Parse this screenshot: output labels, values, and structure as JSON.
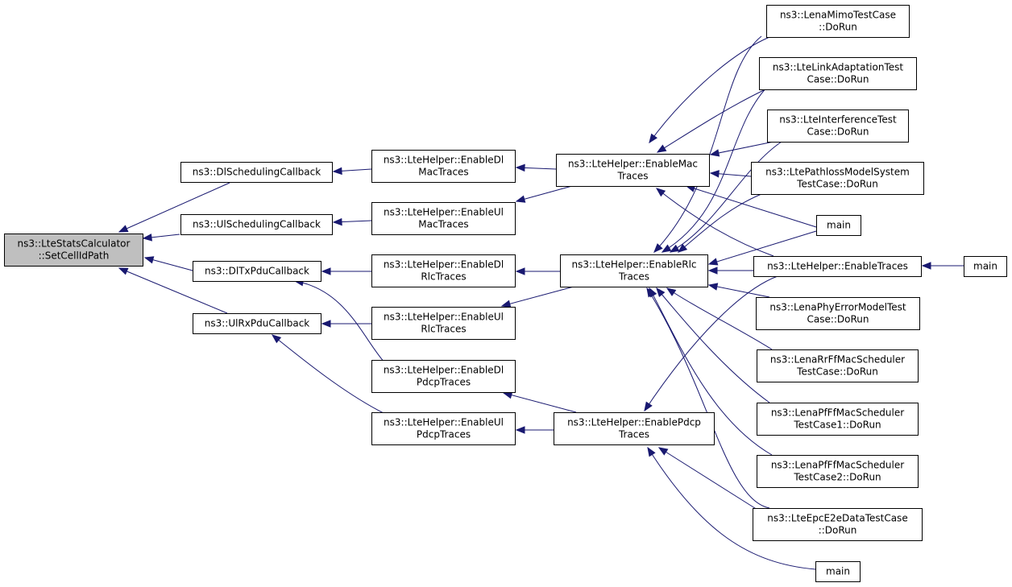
{
  "graph_title": "",
  "nodes": [
    {
      "id": "root",
      "lines": [
        "ns3::LteStatsCalculator",
        "::SetCellIdPath"
      ],
      "highlight": true
    },
    {
      "id": "dlsched",
      "lines": [
        "ns3::DlSchedulingCallback"
      ]
    },
    {
      "id": "ulsched",
      "lines": [
        "ns3::UlSchedulingCallback"
      ]
    },
    {
      "id": "dltx",
      "lines": [
        "ns3::DlTxPduCallback"
      ]
    },
    {
      "id": "ulrx",
      "lines": [
        "ns3::UlRxPduCallback"
      ]
    },
    {
      "id": "endlmac",
      "lines": [
        "ns3::LteHelper::EnableDl",
        "MacTraces"
      ]
    },
    {
      "id": "enulmac",
      "lines": [
        "ns3::LteHelper::EnableUl",
        "MacTraces"
      ]
    },
    {
      "id": "endlrlc",
      "lines": [
        "ns3::LteHelper::EnableDl",
        "RlcTraces"
      ]
    },
    {
      "id": "enulrlc",
      "lines": [
        "ns3::LteHelper::EnableUl",
        "RlcTraces"
      ]
    },
    {
      "id": "endlpdcp",
      "lines": [
        "ns3::LteHelper::EnableDl",
        "PdcpTraces"
      ]
    },
    {
      "id": "enulpdcp",
      "lines": [
        "ns3::LteHelper::EnableUl",
        "PdcpTraces"
      ]
    },
    {
      "id": "enmac",
      "lines": [
        "ns3::LteHelper::EnableMac",
        "Traces"
      ]
    },
    {
      "id": "enrlc",
      "lines": [
        "ns3::LteHelper::EnableRlc",
        "Traces"
      ]
    },
    {
      "id": "enpdcp",
      "lines": [
        "ns3::LteHelper::EnablePdcp",
        "Traces"
      ]
    },
    {
      "id": "mimo",
      "lines": [
        "ns3::LenaMimoTestCase",
        "::DoRun"
      ]
    },
    {
      "id": "linkad",
      "lines": [
        "ns3::LteLinkAdaptationTest",
        "Case::DoRun"
      ]
    },
    {
      "id": "interf",
      "lines": [
        "ns3::LteInterferenceTest",
        "Case::DoRun"
      ]
    },
    {
      "id": "pathloss",
      "lines": [
        "ns3::LtePathlossModelSystem",
        "TestCase::DoRun"
      ]
    },
    {
      "id": "main1",
      "lines": [
        "main"
      ]
    },
    {
      "id": "entraces",
      "lines": [
        "ns3::LteHelper::EnableTraces"
      ]
    },
    {
      "id": "main2",
      "lines": [
        "main"
      ]
    },
    {
      "id": "phyerr",
      "lines": [
        "ns3::LenaPhyErrorModelTest",
        "Case::DoRun"
      ]
    },
    {
      "id": "rrff",
      "lines": [
        "ns3::LenaRrFfMacScheduler",
        "TestCase::DoRun"
      ]
    },
    {
      "id": "pfff1",
      "lines": [
        "ns3::LenaPfFfMacScheduler",
        "TestCase1::DoRun"
      ]
    },
    {
      "id": "pfff2",
      "lines": [
        "ns3::LenaPfFfMacScheduler",
        "TestCase2::DoRun"
      ]
    },
    {
      "id": "epce2e",
      "lines": [
        "ns3::LteEpcE2eDataTestCase",
        "::DoRun"
      ]
    },
    {
      "id": "main3",
      "lines": [
        "main"
      ]
    }
  ],
  "edges": [
    [
      "dlsched",
      "root"
    ],
    [
      "ulsched",
      "root"
    ],
    [
      "dltx",
      "root"
    ],
    [
      "ulrx",
      "root"
    ],
    [
      "endlmac",
      "dlsched"
    ],
    [
      "enulmac",
      "ulsched"
    ],
    [
      "endlrlc",
      "dltx"
    ],
    [
      "endlpdcp",
      "dltx"
    ],
    [
      "enulrlc",
      "ulrx"
    ],
    [
      "enulpdcp",
      "ulrx"
    ],
    [
      "enmac",
      "endlmac"
    ],
    [
      "enmac",
      "enulmac"
    ],
    [
      "enrlc",
      "endlrlc"
    ],
    [
      "enrlc",
      "enulrlc"
    ],
    [
      "enpdcp",
      "endlpdcp"
    ],
    [
      "enpdcp",
      "enulpdcp"
    ],
    [
      "mimo",
      "enmac"
    ],
    [
      "linkad",
      "enmac"
    ],
    [
      "interf",
      "enmac"
    ],
    [
      "pathloss",
      "enmac"
    ],
    [
      "main1",
      "enmac"
    ],
    [
      "entraces",
      "enmac"
    ],
    [
      "mimo",
      "enrlc"
    ],
    [
      "linkad",
      "enrlc"
    ],
    [
      "interf",
      "enrlc"
    ],
    [
      "pathloss",
      "enrlc"
    ],
    [
      "main1",
      "enrlc"
    ],
    [
      "entraces",
      "enrlc"
    ],
    [
      "phyerr",
      "enrlc"
    ],
    [
      "rrff",
      "enrlc"
    ],
    [
      "pfff1",
      "enrlc"
    ],
    [
      "pfff2",
      "enrlc"
    ],
    [
      "epce2e",
      "enrlc"
    ],
    [
      "entraces",
      "enpdcp"
    ],
    [
      "epce2e",
      "enpdcp"
    ],
    [
      "main3",
      "enpdcp"
    ],
    [
      "main2",
      "entraces"
    ]
  ],
  "colors": {
    "edge": "#191970",
    "highlight_fill": "#bfbfbf",
    "node_fill": "#ffffff",
    "node_border": "#000000"
  }
}
